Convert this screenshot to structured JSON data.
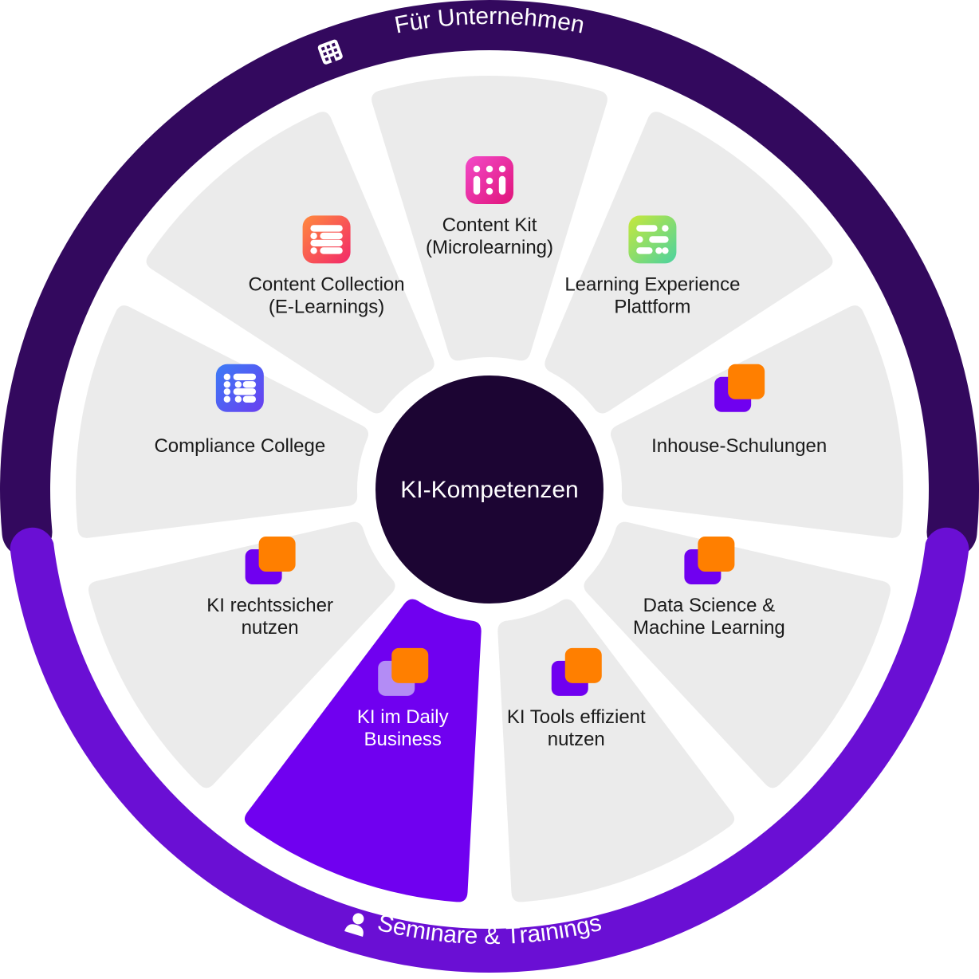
{
  "center": {
    "label": "KI-Kompetenzen"
  },
  "rings": {
    "top": {
      "label": "Für Unternehmen",
      "icon": "building-icon",
      "color": "#33095e"
    },
    "bottom": {
      "label": "Seminare & Trainings",
      "icon": "person-icon",
      "color": "#6a0fd4"
    }
  },
  "colors": {
    "segment": "#ebebeb",
    "segment_active": "#7000f0",
    "center": "#1c0533",
    "text": "#1a1a1a",
    "text_active": "#ffffff"
  },
  "segments": [
    {
      "id": "content-kit",
      "lines": [
        "Content Kit",
        "(Microlearning)"
      ],
      "icon": "content-kit-icon",
      "icon_colors": [
        "#f24ac8",
        "#e0147a"
      ]
    },
    {
      "id": "learning-experience-plattform",
      "lines": [
        "Learning Experience",
        "Plattform"
      ],
      "icon": "learning-experience-icon",
      "icon_colors": [
        "#c8e83a",
        "#4ad2a0"
      ]
    },
    {
      "id": "inhouse-schulungen",
      "lines": [
        "Inhouse-Schulungen"
      ],
      "icon": "stacked-squares-icon",
      "icon_colors": [
        "#7000f0",
        "#ff7f00"
      ]
    },
    {
      "id": "data-science",
      "lines": [
        "Data Science &",
        "Machine Learning"
      ],
      "icon": "stacked-squares-icon",
      "icon_colors": [
        "#7000f0",
        "#ff7f00"
      ]
    },
    {
      "id": "ki-tools",
      "lines": [
        "KI Tools effizient",
        "nutzen"
      ],
      "icon": "stacked-squares-icon",
      "icon_colors": [
        "#7000f0",
        "#ff7f00"
      ]
    },
    {
      "id": "ki-daily-business",
      "lines": [
        "KI im Daily",
        "Business"
      ],
      "icon": "stacked-squares-icon",
      "icon_colors": [
        "#b38cf5",
        "#ff7f00"
      ],
      "active": true
    },
    {
      "id": "ki-rechtssicher",
      "lines": [
        "KI rechtssicher",
        "nutzen"
      ],
      "icon": "stacked-squares-icon",
      "icon_colors": [
        "#7000f0",
        "#ff7f00"
      ]
    },
    {
      "id": "compliance-college",
      "lines": [
        "Compliance College"
      ],
      "icon": "compliance-college-icon",
      "icon_colors": [
        "#3b7cf6",
        "#6a3ef0"
      ]
    },
    {
      "id": "content-collection",
      "lines": [
        "Content Collection",
        "(E-Learnings)"
      ],
      "icon": "content-collection-icon",
      "icon_colors": [
        "#ff8a3d",
        "#f2286a"
      ]
    }
  ]
}
